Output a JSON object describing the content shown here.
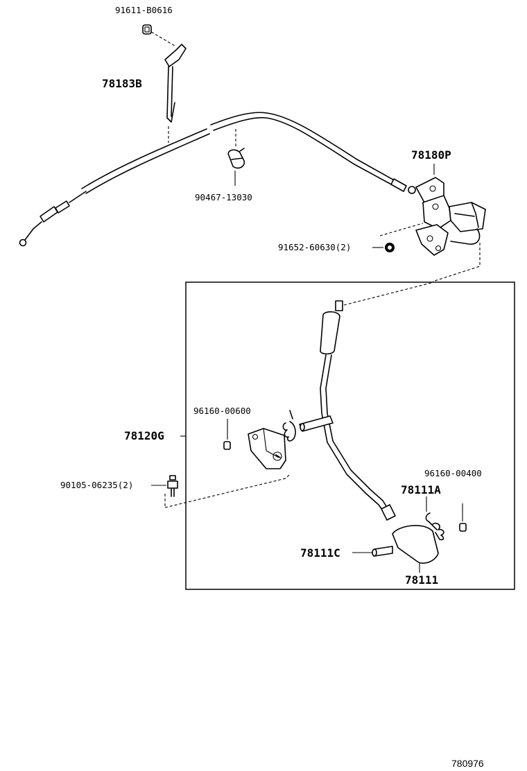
{
  "parts": {
    "p91611": "91611-B0616",
    "p78183B": "78183B",
    "p90467": "90467-13030",
    "p78180P": "78180P",
    "p91652": "91652-60630(2)",
    "p96160_600": "96160-00600",
    "p78120G": "78120G",
    "p90105": "90105-06235(2)",
    "p96160_400": "96160-00400",
    "p78111A": "78111A",
    "p78111C": "78111C",
    "p78111": "78111"
  },
  "reference_number": "780976"
}
